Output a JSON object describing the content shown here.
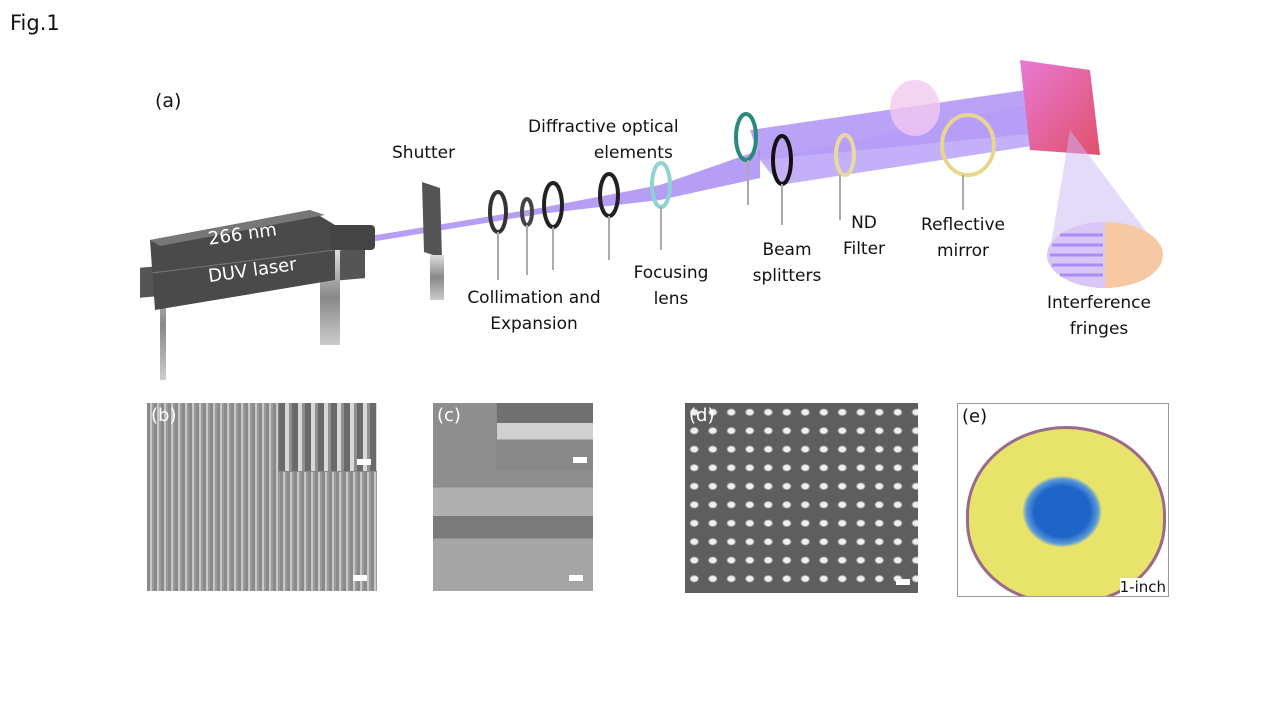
{
  "figure_title": "Fig.1",
  "panel_a": {
    "label": "(a)",
    "laser_wavelength": "266 nm",
    "laser_name": "DUV laser",
    "components": {
      "shutter": "Shutter",
      "doe_line1": "Diffractive optical",
      "doe_line2": "elements",
      "collimation_line1": "Collimation and",
      "collimation_line2": "Expansion",
      "focusing_line1": "Focusing",
      "focusing_line2": "lens",
      "beam_line1": "Beam",
      "beam_line2": "splitters",
      "nd_line1": "ND",
      "nd_line2": "Filter",
      "mirror_line1": "Reflective",
      "mirror_line2": "mirror",
      "fringes_line1": "Interference",
      "fringes_line2": "fringes"
    },
    "colors": {
      "beam": "#a98cf5",
      "sample": "#e0509e",
      "fringe_substrate": "#f6c9a3"
    }
  },
  "panel_b": {
    "label": "(b)"
  },
  "panel_c": {
    "label": "(c)"
  },
  "panel_d": {
    "label": "(d)"
  },
  "panel_e": {
    "label": "(e)",
    "scale_text": "1-inch"
  }
}
